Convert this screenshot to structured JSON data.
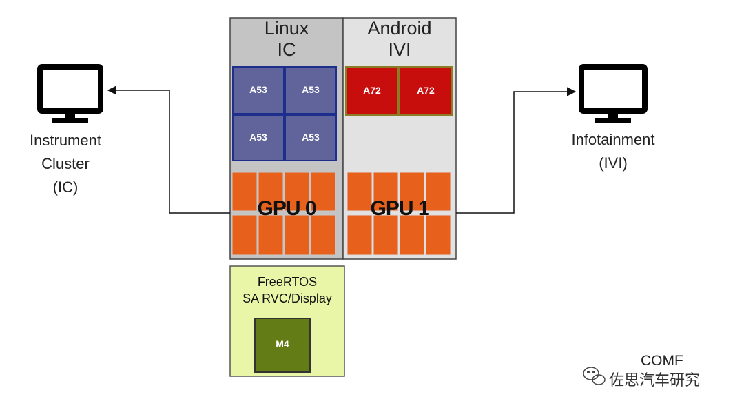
{
  "diagram": {
    "left_display": {
      "icon": "monitor-icon",
      "lines": [
        "Instrument",
        "Cluster",
        "(IC)"
      ]
    },
    "right_display": {
      "icon": "monitor-icon",
      "lines": [
        "Infotainment",
        "(IVI)"
      ]
    },
    "partition_ic": {
      "title": [
        "Linux",
        "IC"
      ],
      "cores": [
        "A53",
        "A53",
        "A53",
        "A53"
      ],
      "gpu": "GPU 0"
    },
    "partition_ivi": {
      "title": [
        "Android",
        "IVI"
      ],
      "cores": [
        "A72",
        "A72"
      ],
      "gpu": "GPU 1"
    },
    "rtos": {
      "title": [
        "FreeRTOS",
        "SA RVC/Display"
      ],
      "core": "M4"
    }
  },
  "watermark": {
    "text_a": "COMF",
    "text_b": "佐思汽车研究",
    "icon": "wechat-icon"
  },
  "colors": {
    "ic_bg": "#c4c4c4",
    "ivi_bg": "#e2e2e2",
    "a53_fill": "#61649a",
    "a53_border": "#1d2e8c",
    "a72_fill": "#c80d0d",
    "a72_border": "#8a7d26",
    "gpu_tile": "#e8611c",
    "rtos_bg": "#e9f6a8",
    "m4_fill": "#647c16"
  }
}
